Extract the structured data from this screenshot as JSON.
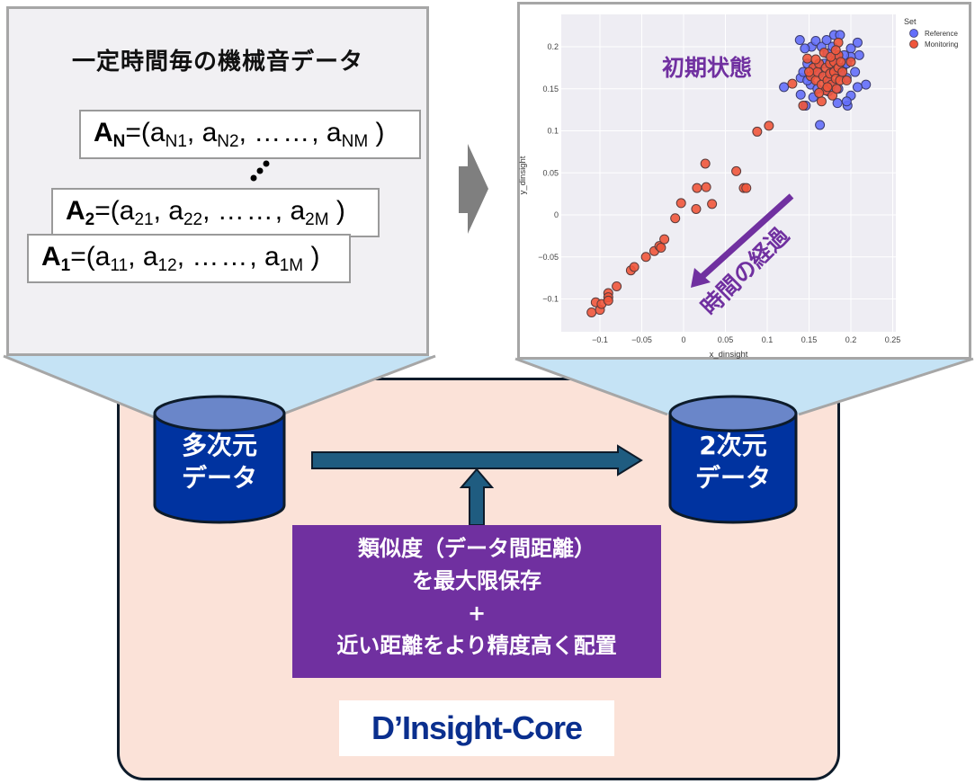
{
  "left_card": {
    "title": "一定時間毎の機械音データ",
    "vectors": [
      {
        "name": "A",
        "index": "N",
        "e1": "a",
        "s1": "N1",
        "e2": "a",
        "s2": "N2",
        "ellipsis": "……",
        "e3": "a",
        "s3": "NM"
      },
      {
        "name": "A",
        "index": "2",
        "e1": "a",
        "s1": "21",
        "e2": "a",
        "s2": "22",
        "ellipsis": "……",
        "e3": "a",
        "s3": "2M"
      },
      {
        "name": "A",
        "index": "1",
        "e1": "a",
        "s1": "11",
        "e2": "a",
        "s2": "12",
        "ellipsis": "……",
        "e3": "a",
        "s3": "1M"
      }
    ],
    "vertical_ellipsis_icon": "diagonal-dots-icon"
  },
  "transition_arrow_icon": "gray-right-arrow-icon",
  "chart_annotations": {
    "initial_state": "初期状態",
    "time_passage": "時間の経過",
    "annotation_color": "#7030a0"
  },
  "core": {
    "input_db": {
      "line1": "多次元",
      "line2": "データ"
    },
    "output_db": {
      "line1": "2次元",
      "line2": "データ"
    },
    "method": {
      "line1": "類似度（データ間距離）",
      "line2": "を最大限保存",
      "line3": "+",
      "line4": "近い距離をより精度高く配置"
    },
    "brand": "D’Insight-Core",
    "colors": {
      "panel_bg": "#fbe2d8",
      "db_fill": "#0033a0",
      "db_top": "#6a86c9",
      "arrow": "#1f5c80",
      "method_bg": "#7030a0",
      "brand_text": "#0a2f8e"
    }
  },
  "chart_data": {
    "type": "scatter",
    "title": "",
    "xlabel": "x_dinsight",
    "ylabel": "y_dinsight",
    "xlim": [
      -0.15,
      0.25
    ],
    "ylim": [
      -0.13,
      0.235
    ],
    "xticks": [
      "−0.1",
      "−0.05",
      "0",
      "0.05",
      "0.1",
      "0.15",
      "0.2",
      "0.25"
    ],
    "xtick_values": [
      -0.1,
      -0.05,
      0,
      0.05,
      0.1,
      0.15,
      0.2,
      0.25
    ],
    "yticks": [
      "−0.1",
      "−0.05",
      "0",
      "0.05",
      "0.1",
      "0.15",
      "0.2"
    ],
    "ytick_values": [
      -0.1,
      -0.05,
      0,
      0.05,
      0.1,
      0.15,
      0.2
    ],
    "grid": true,
    "legend": {
      "title": "Set",
      "position": "top-right"
    },
    "series": [
      {
        "name": "Reference",
        "color": "#636efa",
        "points": [
          [
            0.139,
            0.208
          ],
          [
            0.153,
            0.2
          ],
          [
            0.145,
            0.198
          ],
          [
            0.158,
            0.207
          ],
          [
            0.165,
            0.2
          ],
          [
            0.171,
            0.208
          ],
          [
            0.18,
            0.214
          ],
          [
            0.187,
            0.214
          ],
          [
            0.178,
            0.2
          ],
          [
            0.2,
            0.198
          ],
          [
            0.208,
            0.205
          ],
          [
            0.21,
            0.19
          ],
          [
            0.2,
            0.188
          ],
          [
            0.205,
            0.17
          ],
          [
            0.195,
            0.163
          ],
          [
            0.218,
            0.155
          ],
          [
            0.208,
            0.152
          ],
          [
            0.2,
            0.142
          ],
          [
            0.196,
            0.13
          ],
          [
            0.195,
            0.135
          ],
          [
            0.184,
            0.133
          ],
          [
            0.173,
            0.147
          ],
          [
            0.155,
            0.14
          ],
          [
            0.14,
            0.143
          ],
          [
            0.146,
            0.13
          ],
          [
            0.12,
            0.152
          ],
          [
            0.163,
            0.107
          ],
          [
            0.14,
            0.163
          ],
          [
            0.143,
            0.17
          ],
          [
            0.148,
            0.18
          ],
          [
            0.152,
            0.155
          ],
          [
            0.16,
            0.15
          ],
          [
            0.175,
            0.158
          ],
          [
            0.185,
            0.15
          ],
          [
            0.19,
            0.175
          ],
          [
            0.182,
            0.185
          ],
          [
            0.168,
            0.18
          ],
          [
            0.158,
            0.175
          ],
          [
            0.172,
            0.192
          ],
          [
            0.195,
            0.18
          ],
          [
            0.148,
            0.16
          ],
          [
            0.162,
            0.168
          ],
          [
            0.188,
            0.168
          ],
          [
            0.176,
            0.17
          ],
          [
            0.192,
            0.19
          ]
        ]
      },
      {
        "name": "Monitoring",
        "color": "#ef553b",
        "points": [
          [
            -0.11,
            -0.116
          ],
          [
            -0.105,
            -0.104
          ],
          [
            -0.1,
            -0.113
          ],
          [
            -0.098,
            -0.106
          ],
          [
            -0.09,
            -0.093
          ],
          [
            -0.09,
            -0.098
          ],
          [
            -0.09,
            -0.102
          ],
          [
            -0.08,
            -0.085
          ],
          [
            -0.063,
            -0.066
          ],
          [
            -0.059,
            -0.062
          ],
          [
            -0.045,
            -0.05
          ],
          [
            -0.035,
            -0.043
          ],
          [
            -0.029,
            -0.037
          ],
          [
            -0.027,
            -0.039
          ],
          [
            -0.023,
            -0.029
          ],
          [
            -0.01,
            -0.004
          ],
          [
            -0.003,
            0.014
          ],
          [
            0.015,
            0.007
          ],
          [
            0.016,
            0.032
          ],
          [
            0.026,
            0.061
          ],
          [
            0.027,
            0.033
          ],
          [
            0.034,
            0.013
          ],
          [
            0.063,
            0.052
          ],
          [
            0.072,
            0.032
          ],
          [
            0.075,
            0.032
          ],
          [
            0.088,
            0.099
          ],
          [
            0.102,
            0.106
          ],
          [
            0.13,
            0.156
          ],
          [
            0.143,
            0.13
          ],
          [
            0.148,
            0.186
          ],
          [
            0.152,
            0.165
          ],
          [
            0.155,
            0.175
          ],
          [
            0.158,
            0.16
          ],
          [
            0.16,
            0.17
          ],
          [
            0.162,
            0.18
          ],
          [
            0.165,
            0.155
          ],
          [
            0.165,
            0.135
          ],
          [
            0.167,
            0.165
          ],
          [
            0.17,
            0.175
          ],
          [
            0.17,
            0.148
          ],
          [
            0.172,
            0.16
          ],
          [
            0.175,
            0.18
          ],
          [
            0.175,
            0.168
          ],
          [
            0.177,
            0.155
          ],
          [
            0.178,
            0.142
          ],
          [
            0.18,
            0.17
          ],
          [
            0.18,
            0.182
          ],
          [
            0.182,
            0.162
          ],
          [
            0.183,
            0.15
          ],
          [
            0.185,
            0.175
          ],
          [
            0.185,
            0.19
          ],
          [
            0.185,
            0.205
          ],
          [
            0.187,
            0.16
          ],
          [
            0.188,
            0.182
          ],
          [
            0.19,
            0.17
          ],
          [
            0.195,
            0.16
          ],
          [
            0.2,
            0.182
          ],
          [
            0.168,
            0.193
          ],
          [
            0.158,
            0.185
          ],
          [
            0.172,
            0.152
          ],
          [
            0.162,
            0.145
          ],
          [
            0.15,
            0.17
          ],
          [
            0.176,
            0.188
          ],
          [
            0.182,
            0.196
          ]
        ]
      }
    ],
    "annotations": [
      {
        "text": "初期状態",
        "x": 0.015,
        "y": 0.175
      },
      {
        "text": "時間の経過",
        "arrow": "from (0.13,0.025) to (0.008,-0.087)",
        "rotated_deg": -45
      }
    ]
  }
}
